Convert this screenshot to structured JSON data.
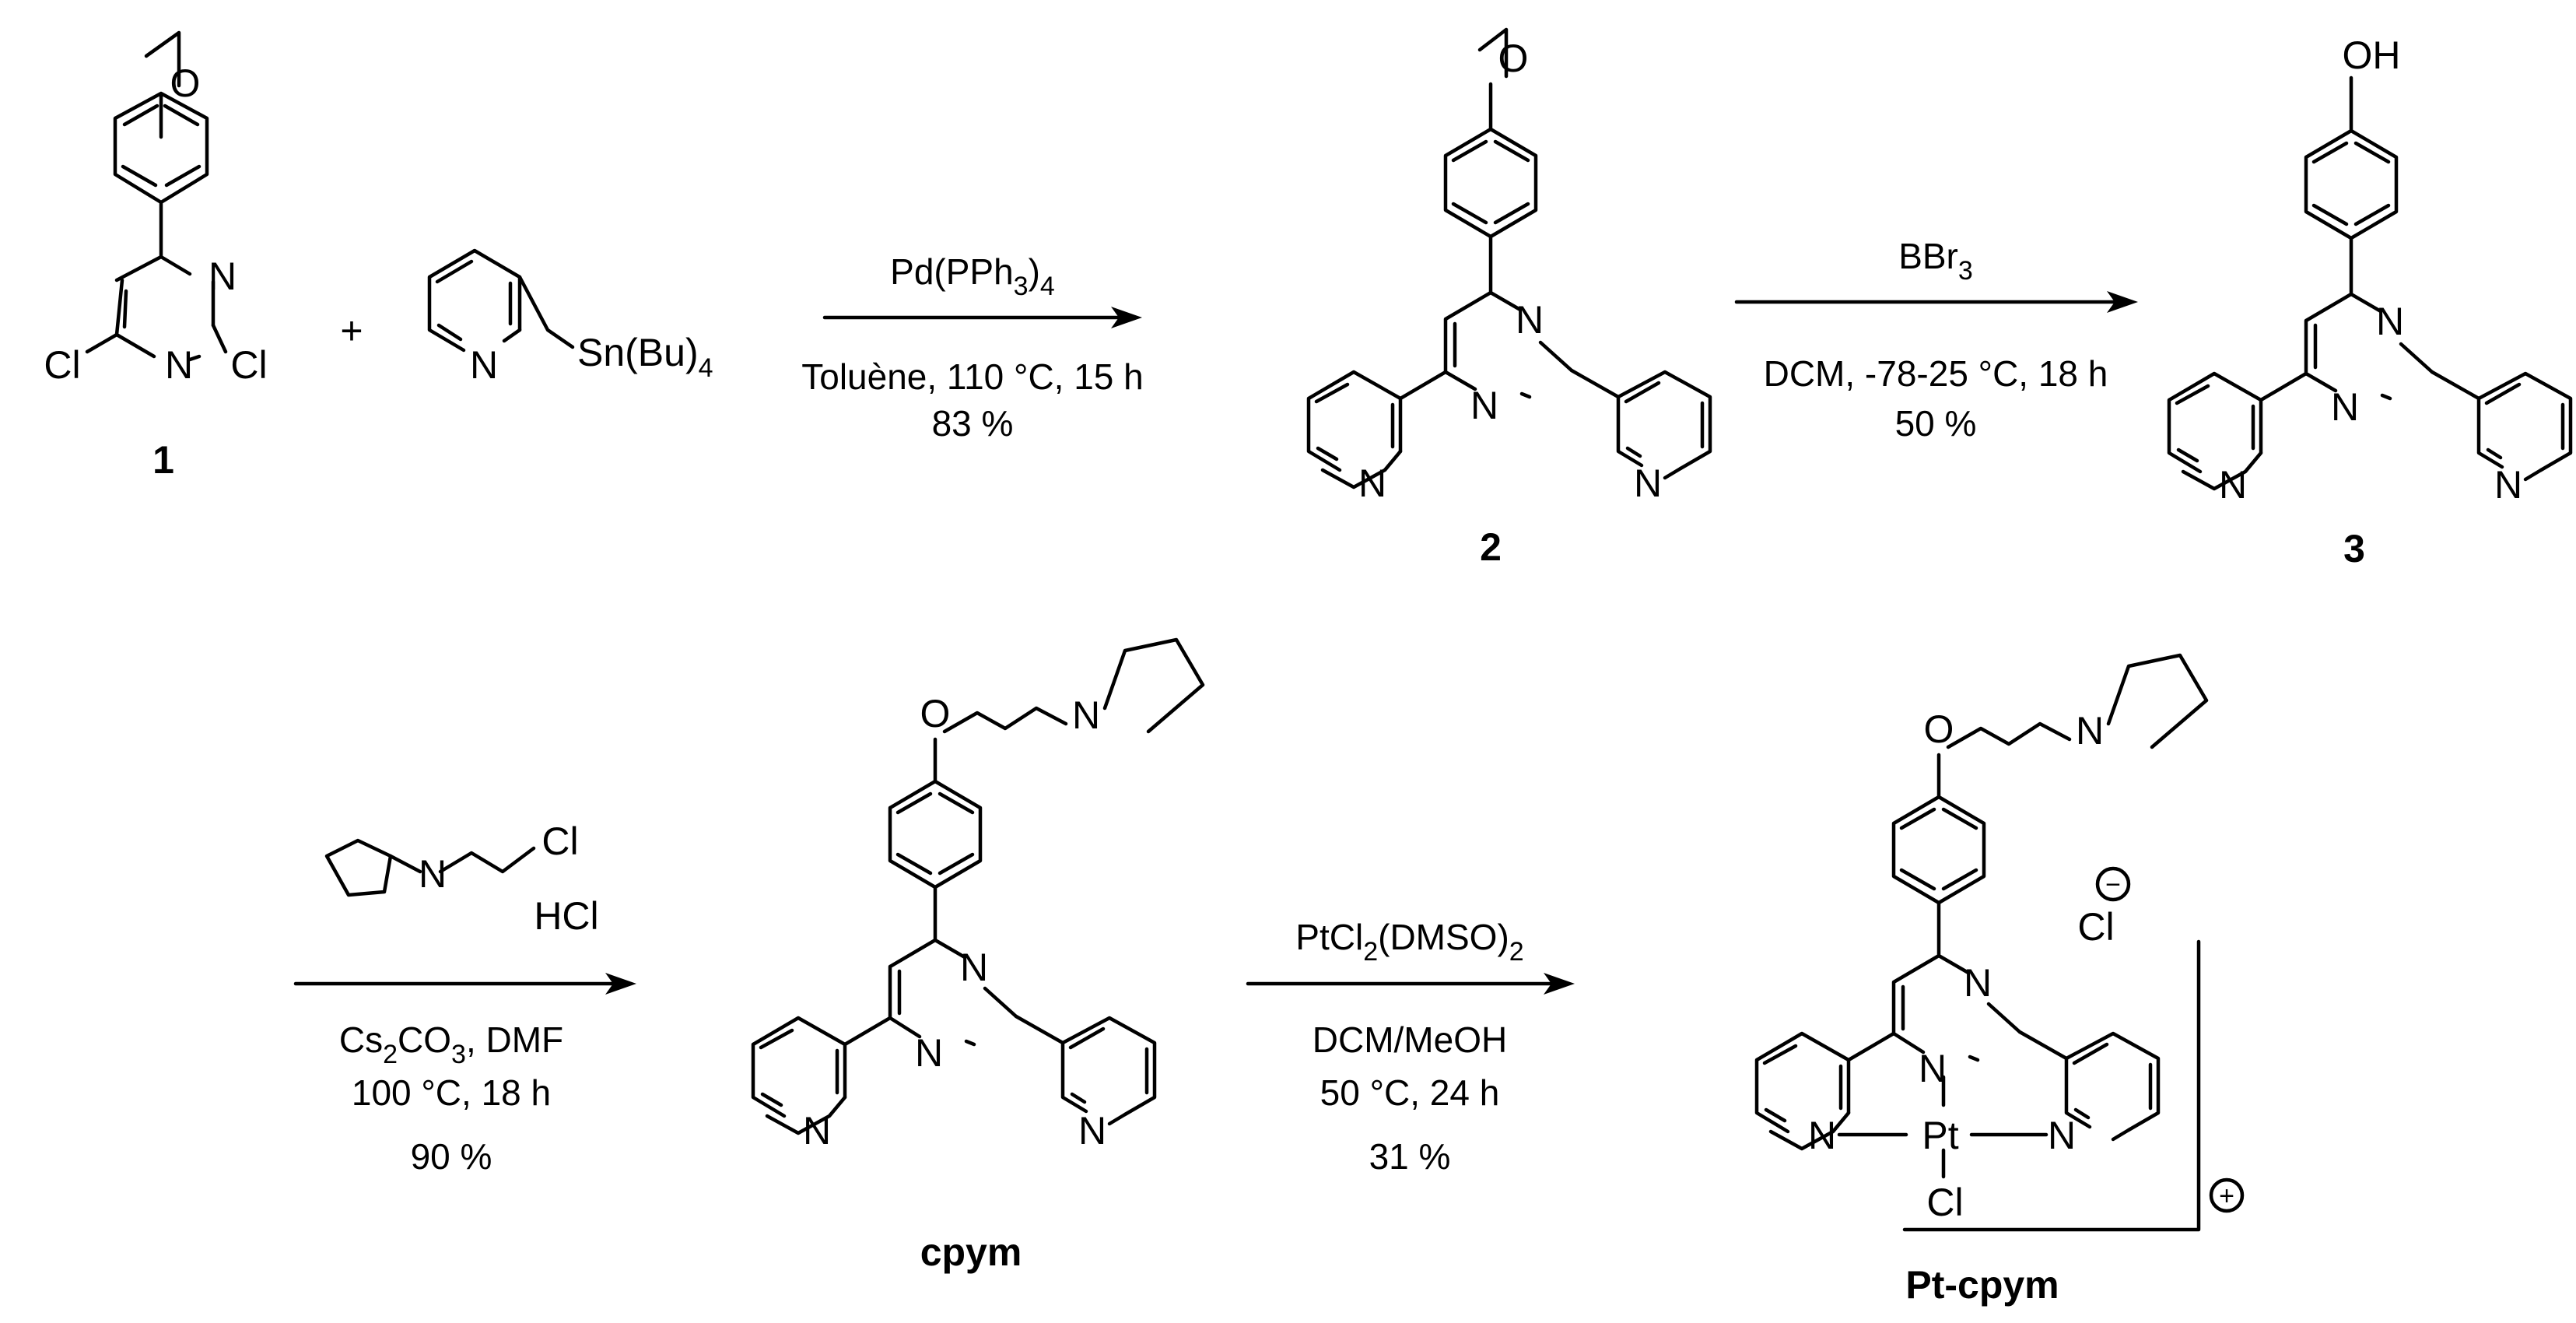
{
  "atoms": {
    "O": "O",
    "OH": "OH",
    "N": "N",
    "Cl": "Cl",
    "Pt": "Pt",
    "Sn": "Sn(Bu)",
    "Sn_sub": "4",
    "plus": "+",
    "HCl": "HCl",
    "anion": "Cl",
    "neg": "−",
    "pos": "+"
  },
  "compounds": {
    "c1": "1",
    "c2": "2",
    "c3": "3",
    "c4": "cpym",
    "c5": "Pt-cpym"
  },
  "arrows": {
    "a1": {
      "reagent_a": "Pd(PPh",
      "reagent_b": "3",
      "reagent_c": ")",
      "reagent_d": "4",
      "line1": "Toluène, 110 °C, 15 h",
      "line2": "83 %"
    },
    "a2": {
      "reagent_a": "BBr",
      "reagent_b": "3",
      "line1": "DCM, -78-25 °C, 18 h",
      "line2": "50 %"
    },
    "a3": {
      "line1_a": "Cs",
      "line1_b": "2",
      "line1_c": "CO",
      "line1_d": "3",
      "line1_e": ", DMF",
      "line2": "100 °C, 18 h",
      "line3": "90 %"
    },
    "a4": {
      "reagent_a": "PtCl",
      "reagent_b": "2",
      "reagent_c": "(DMSO)",
      "reagent_d": "2",
      "line1": "DCM/MeOH",
      "line2": "50 °C, 24 h",
      "line3": "31 %"
    }
  }
}
